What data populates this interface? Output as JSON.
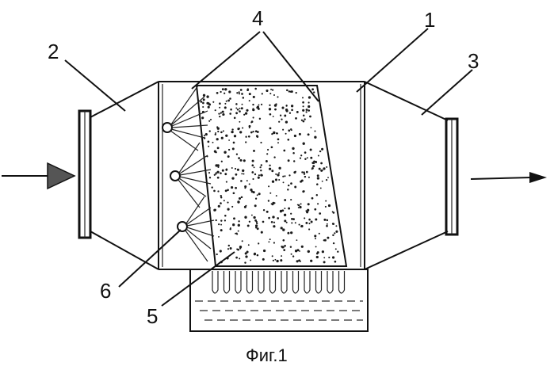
{
  "labels": {
    "l1": "1",
    "l2": "2",
    "l3": "3",
    "l4": "4",
    "l5": "5",
    "l6": "6"
  },
  "caption": "Фиг.1",
  "colors": {
    "line": "#111111",
    "dots": "#1a1a1a",
    "arrow_fill": "#555555"
  }
}
